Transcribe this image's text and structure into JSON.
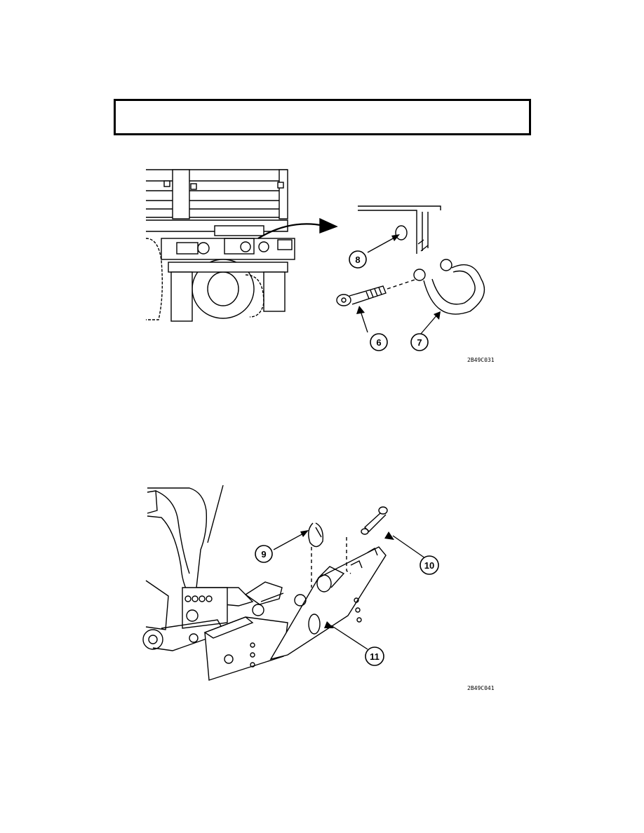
{
  "header": {
    "text": ""
  },
  "figure_top": {
    "id_label": "2B49C031",
    "callouts": {
      "c8": "8",
      "c6": "6",
      "c7": "7"
    }
  },
  "figure_bottom": {
    "id_label": "2B49C041",
    "callouts": {
      "c9": "9",
      "c10": "10",
      "c11": "11"
    }
  }
}
